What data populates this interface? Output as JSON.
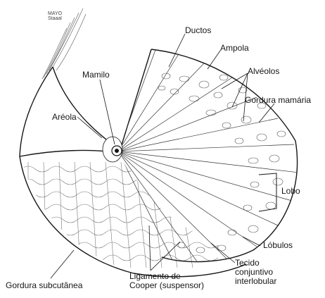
{
  "labels": {
    "credit": "MAYO\nStaaal",
    "ductos": "Ductos",
    "ampola": "Ampola",
    "alveolos": "Alvéolos",
    "gordura_mamaria": "Gordura mamária",
    "mamilo": "Mamilo",
    "areola": "Aréola",
    "lobo": "Lobo",
    "lobulos": "Lóbulos",
    "tecido": "Tecido\nconjuntivo\ninterlobular",
    "ligamento": "Ligamento de\nCooper (suspensor)",
    "gordura_subcutanea": "Gordura subcutânea"
  },
  "style": {
    "ink": "#151515",
    "paper": "#ffffff"
  }
}
